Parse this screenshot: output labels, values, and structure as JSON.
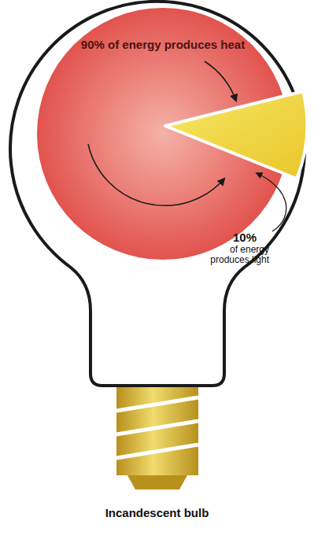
{
  "diagram": {
    "caption": "Incandescent bulb",
    "nodes": [
      {
        "text": [
          "90% of energy produces heat"
        ]
      }
    ],
    "labels": [
      "10%",
      "of energy produces light"
    ]
  }
}
